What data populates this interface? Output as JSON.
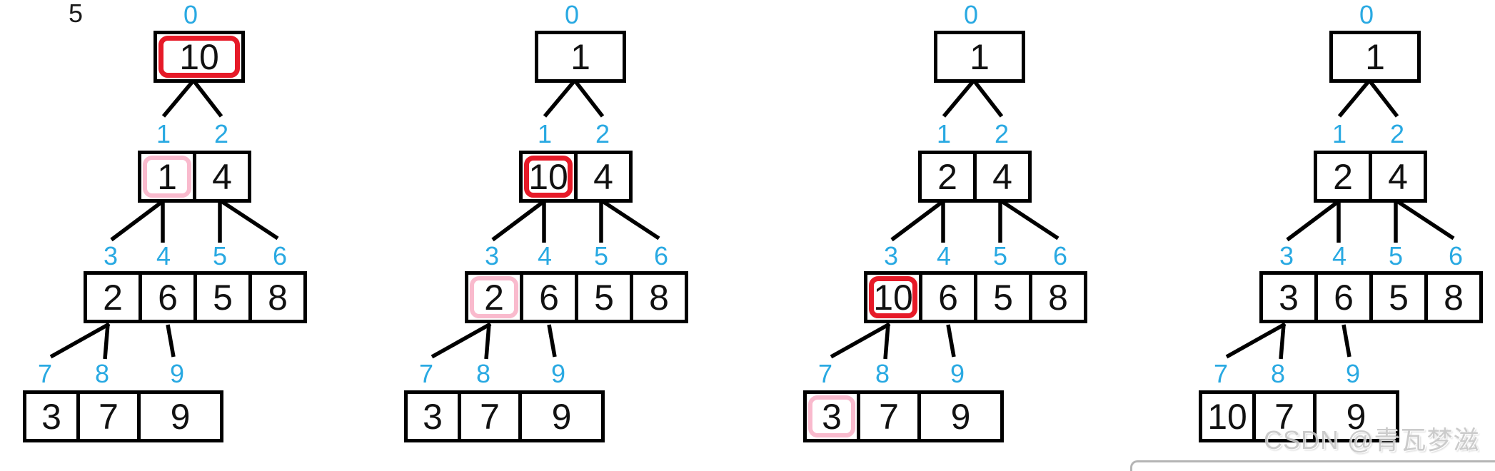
{
  "step_label": "5",
  "colors": {
    "index_blue": "#29a9e2",
    "highlight_red": "#e61a28",
    "highlight_pink": "#f9bacd",
    "watermark_gray": "#c6c6c6"
  },
  "index_labels": {
    "root": "0",
    "level1": [
      "1",
      "2"
    ],
    "level2": [
      "3",
      "4",
      "5",
      "6"
    ],
    "level3": [
      "7",
      "8",
      "9"
    ]
  },
  "diagrams": [
    {
      "root": {
        "value": "10",
        "highlight": "red"
      },
      "level1": [
        {
          "value": "1",
          "highlight": "pink"
        },
        {
          "value": "4",
          "highlight": ""
        }
      ],
      "level2": [
        {
          "value": "2",
          "highlight": ""
        },
        {
          "value": "6",
          "highlight": ""
        },
        {
          "value": "5",
          "highlight": ""
        },
        {
          "value": "8",
          "highlight": ""
        }
      ],
      "level3": [
        {
          "value": "3",
          "highlight": ""
        },
        {
          "value": "7",
          "highlight": ""
        },
        {
          "value": "9",
          "highlight": ""
        }
      ]
    },
    {
      "root": {
        "value": "1",
        "highlight": ""
      },
      "level1": [
        {
          "value": "10",
          "highlight": "red"
        },
        {
          "value": "4",
          "highlight": ""
        }
      ],
      "level2": [
        {
          "value": "2",
          "highlight": "pink"
        },
        {
          "value": "6",
          "highlight": ""
        },
        {
          "value": "5",
          "highlight": ""
        },
        {
          "value": "8",
          "highlight": ""
        }
      ],
      "level3": [
        {
          "value": "3",
          "highlight": ""
        },
        {
          "value": "7",
          "highlight": ""
        },
        {
          "value": "9",
          "highlight": ""
        }
      ]
    },
    {
      "root": {
        "value": "1",
        "highlight": ""
      },
      "level1": [
        {
          "value": "2",
          "highlight": ""
        },
        {
          "value": "4",
          "highlight": ""
        }
      ],
      "level2": [
        {
          "value": "10",
          "highlight": "red"
        },
        {
          "value": "6",
          "highlight": ""
        },
        {
          "value": "5",
          "highlight": ""
        },
        {
          "value": "8",
          "highlight": ""
        }
      ],
      "level3": [
        {
          "value": "3",
          "highlight": "pink"
        },
        {
          "value": "7",
          "highlight": ""
        },
        {
          "value": "9",
          "highlight": ""
        }
      ]
    },
    {
      "root": {
        "value": "1",
        "highlight": ""
      },
      "level1": [
        {
          "value": "2",
          "highlight": ""
        },
        {
          "value": "4",
          "highlight": ""
        }
      ],
      "level2": [
        {
          "value": "3",
          "highlight": ""
        },
        {
          "value": "6",
          "highlight": ""
        },
        {
          "value": "5",
          "highlight": ""
        },
        {
          "value": "8",
          "highlight": ""
        }
      ],
      "level3": [
        {
          "value": "10",
          "highlight": ""
        },
        {
          "value": "7",
          "highlight": ""
        },
        {
          "value": "9",
          "highlight": ""
        }
      ]
    }
  ],
  "watermark": {
    "text": "CSDN @青瓦梦滋"
  }
}
